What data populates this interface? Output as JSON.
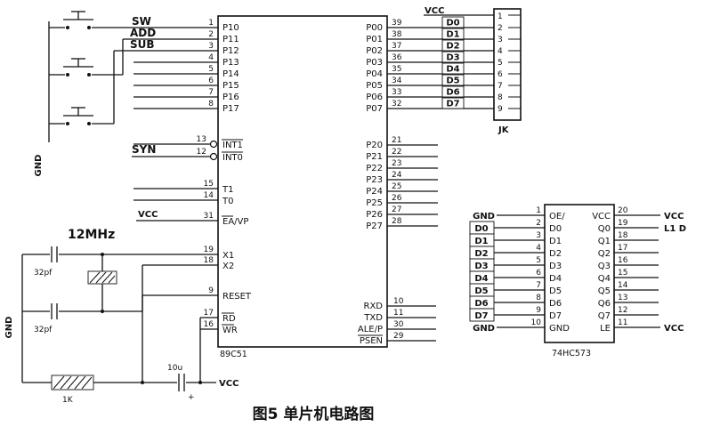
{
  "caption": "图5 单片机电路图",
  "labels": {
    "sw": "SW",
    "add": "ADD",
    "sub": "SUB",
    "syn": "SYN",
    "gnd": "GND",
    "vcc": "VCC",
    "freq": "12MHz",
    "c32": "32pf",
    "c10": "10u",
    "r1": "1K",
    "plus": "+"
  },
  "mcu": {
    "name": "89C51",
    "port1": [
      {
        "pin": "1",
        "label": "P10"
      },
      {
        "pin": "2",
        "label": "P11"
      },
      {
        "pin": "3",
        "label": "P12"
      },
      {
        "pin": "4",
        "label": "P13"
      },
      {
        "pin": "5",
        "label": "P14"
      },
      {
        "pin": "6",
        "label": "P15"
      },
      {
        "pin": "7",
        "label": "P16"
      },
      {
        "pin": "8",
        "label": "P17"
      }
    ],
    "ctrl": [
      {
        "pin": "13",
        "label": "INT1"
      },
      {
        "pin": "12",
        "label": "INT0"
      },
      {
        "pin": "15",
        "label": "T1"
      },
      {
        "pin": "14",
        "label": "T0"
      },
      {
        "pin": "31",
        "label": "EA/VP"
      },
      {
        "pin": "19",
        "label": "X1"
      },
      {
        "pin": "18",
        "label": "X2"
      },
      {
        "pin": "9",
        "label": "RESET"
      },
      {
        "pin": "17",
        "label": "RD"
      },
      {
        "pin": "16",
        "label": "WR"
      }
    ],
    "port0": [
      {
        "pin": "39",
        "label": "P00",
        "net": "D0"
      },
      {
        "pin": "38",
        "label": "P01",
        "net": "D1"
      },
      {
        "pin": "37",
        "label": "P02",
        "net": "D2"
      },
      {
        "pin": "36",
        "label": "P03",
        "net": "D3"
      },
      {
        "pin": "35",
        "label": "P04",
        "net": "D4"
      },
      {
        "pin": "34",
        "label": "P05",
        "net": "D5"
      },
      {
        "pin": "33",
        "label": "P06",
        "net": "D6"
      },
      {
        "pin": "32",
        "label": "P07",
        "net": "D7"
      }
    ],
    "port2": [
      {
        "pin": "21",
        "label": "P20"
      },
      {
        "pin": "22",
        "label": "P21"
      },
      {
        "pin": "23",
        "label": "P22"
      },
      {
        "pin": "24",
        "label": "P23"
      },
      {
        "pin": "25",
        "label": "P24"
      },
      {
        "pin": "26",
        "label": "P25"
      },
      {
        "pin": "27",
        "label": "P26"
      },
      {
        "pin": "28",
        "label": "P27"
      }
    ],
    "serial": [
      {
        "pin": "10",
        "label": "RXD"
      },
      {
        "pin": "11",
        "label": "TXD"
      },
      {
        "pin": "30",
        "label": "ALE/P"
      },
      {
        "pin": "29",
        "label": "PSEN"
      }
    ]
  },
  "connector": {
    "name": "JK",
    "pins": [
      "1",
      "2",
      "3",
      "4",
      "5",
      "6",
      "7",
      "8",
      "9"
    ]
  },
  "latch": {
    "name": "74HC573",
    "left": [
      {
        "net": "GND",
        "pin": "1",
        "inner": "OE/"
      },
      {
        "net": "D0",
        "pin": "2",
        "inner": "D0"
      },
      {
        "net": "D1",
        "pin": "3",
        "inner": "D1"
      },
      {
        "net": "D2",
        "pin": "4",
        "inner": "D2"
      },
      {
        "net": "D3",
        "pin": "5",
        "inner": "D3"
      },
      {
        "net": "D4",
        "pin": "6",
        "inner": "D4"
      },
      {
        "net": "D5",
        "pin": "7",
        "inner": "D5"
      },
      {
        "net": "D6",
        "pin": "8",
        "inner": "D6"
      },
      {
        "net": "D7",
        "pin": "9",
        "inner": "D7"
      },
      {
        "net": "GND",
        "pin": "10",
        "inner": "GND"
      }
    ],
    "right": [
      {
        "net": "VCC",
        "pin": "20",
        "inner": "VCC"
      },
      {
        "net": "L1 D",
        "pin": "19",
        "inner": "Q0"
      },
      {
        "pin": "18",
        "inner": "Q1"
      },
      {
        "pin": "17",
        "inner": "Q2"
      },
      {
        "pin": "16",
        "inner": "Q3"
      },
      {
        "pin": "15",
        "inner": "Q4"
      },
      {
        "pin": "14",
        "inner": "Q5"
      },
      {
        "pin": "13",
        "inner": "Q6"
      },
      {
        "pin": "12",
        "inner": "Q7"
      },
      {
        "net": "VCC",
        "pin": "11",
        "inner": "LE"
      }
    ]
  }
}
